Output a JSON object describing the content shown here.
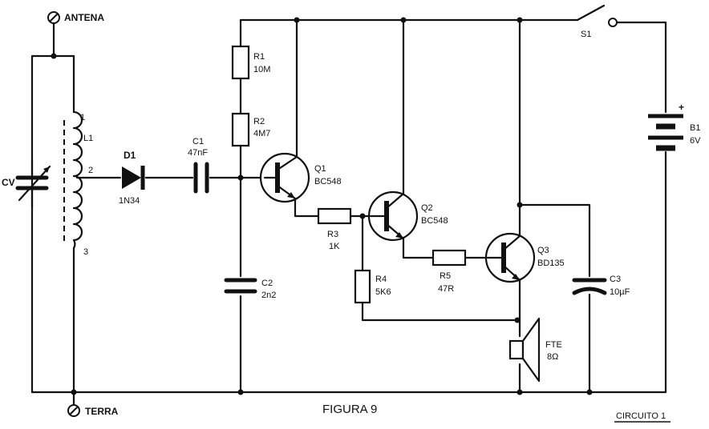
{
  "figure": {
    "caption": "FIGURA 9",
    "circuit_tag": "CIRCUITO 1"
  },
  "terminals": {
    "antenna": "ANTENA",
    "ground": "TERRA"
  },
  "components": {
    "cv": {
      "ref": "CV"
    },
    "l1": {
      "ref": "L1",
      "pin1": "1",
      "pin2": "2",
      "pin3": "3"
    },
    "d1": {
      "ref": "D1",
      "value": "1N34"
    },
    "c1": {
      "ref": "C1",
      "value": "47nF"
    },
    "r1": {
      "ref": "R1",
      "value": "10M"
    },
    "r2": {
      "ref": "R2",
      "value": "4M7"
    },
    "c2": {
      "ref": "C2",
      "value": "2n2"
    },
    "q1": {
      "ref": "Q1",
      "value": "BC548"
    },
    "r3": {
      "ref": "R3",
      "value": "1K"
    },
    "q2": {
      "ref": "Q2",
      "value": "BC548"
    },
    "r4": {
      "ref": "R4",
      "value": "5K6"
    },
    "r5": {
      "ref": "R5",
      "value": "47R"
    },
    "q3": {
      "ref": "Q3",
      "value": "BD135"
    },
    "c3": {
      "ref": "C3",
      "value": "10µF"
    },
    "s1": {
      "ref": "S1"
    },
    "b1": {
      "ref": "B1",
      "value": "6V",
      "polarity": "+"
    },
    "fte": {
      "ref": "FTE",
      "value": "8Ω"
    }
  }
}
